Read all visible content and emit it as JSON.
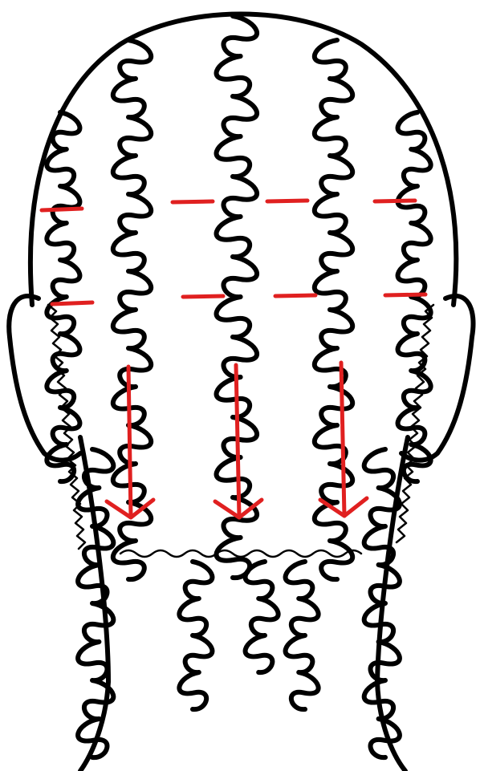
{
  "diagram": {
    "kind": "hair-sectioning-guide",
    "view": "back-of-head",
    "stroke_color": "#000000",
    "guide_color": "#e02020",
    "section_rows": 2,
    "dashes_per_row": 4,
    "direction_arrows": 3,
    "arrow_direction": "down"
  }
}
